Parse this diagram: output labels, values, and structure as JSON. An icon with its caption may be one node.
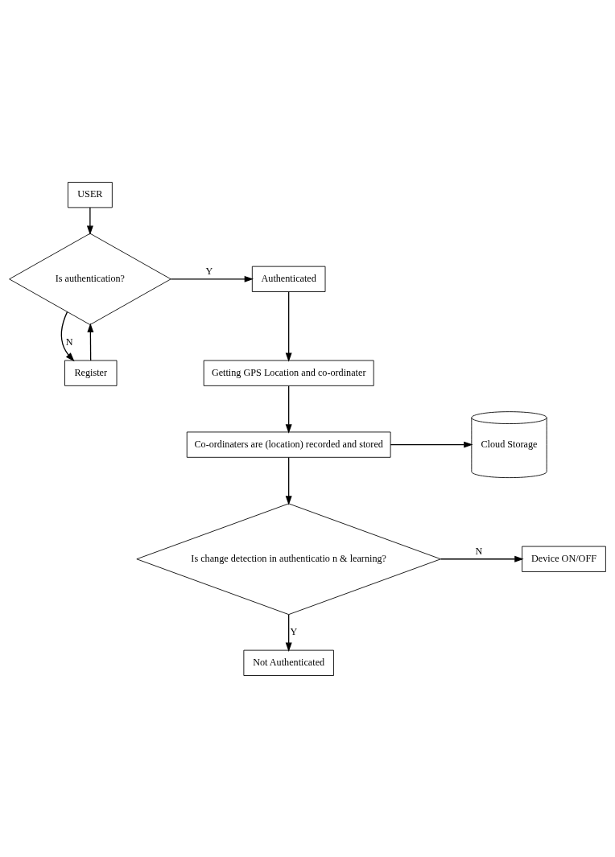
{
  "diagram": {
    "nodes": [
      {
        "text": [
          "USER"
        ]
      },
      {
        "text": [
          "Is authentication?"
        ]
      },
      {
        "text": [
          "Authenticated"
        ]
      },
      {
        "text": [
          "Register"
        ]
      },
      {
        "text": [
          "Getting GPS Location and co-ordinater"
        ]
      },
      {
        "text": [
          "Cloud Storage"
        ]
      },
      {
        "text": [
          "Co-ordinaters are (location) recorded and stored"
        ]
      },
      {
        "text": [
          "Is change detection in authenticatio n & learning?"
        ]
      },
      {
        "text": [
          "Device ON/OFF"
        ]
      },
      {
        "text": [
          "Not Authenticated"
        ]
      }
    ],
    "edges": [
      {
        "from": 0,
        "to": 1,
        "arrow": "to"
      },
      {
        "from": 1,
        "to": 2,
        "arrow": "to",
        "label": "Y"
      },
      {
        "from": 1,
        "to": 3,
        "arrow": "to",
        "label": "N"
      },
      {
        "from": 3,
        "to": 1,
        "arrow": "to"
      },
      {
        "from": 2,
        "to": 4,
        "arrow": "to"
      },
      {
        "from": 4,
        "to": 6,
        "arrow": "to"
      },
      {
        "from": 6,
        "to": 5,
        "arrow": "to"
      },
      {
        "from": 6,
        "to": 7,
        "arrow": "to"
      },
      {
        "from": 7,
        "to": 8,
        "arrow": "to",
        "label": "N"
      },
      {
        "from": 7,
        "to": 9,
        "arrow": "to",
        "label": "Y"
      }
    ]
  }
}
